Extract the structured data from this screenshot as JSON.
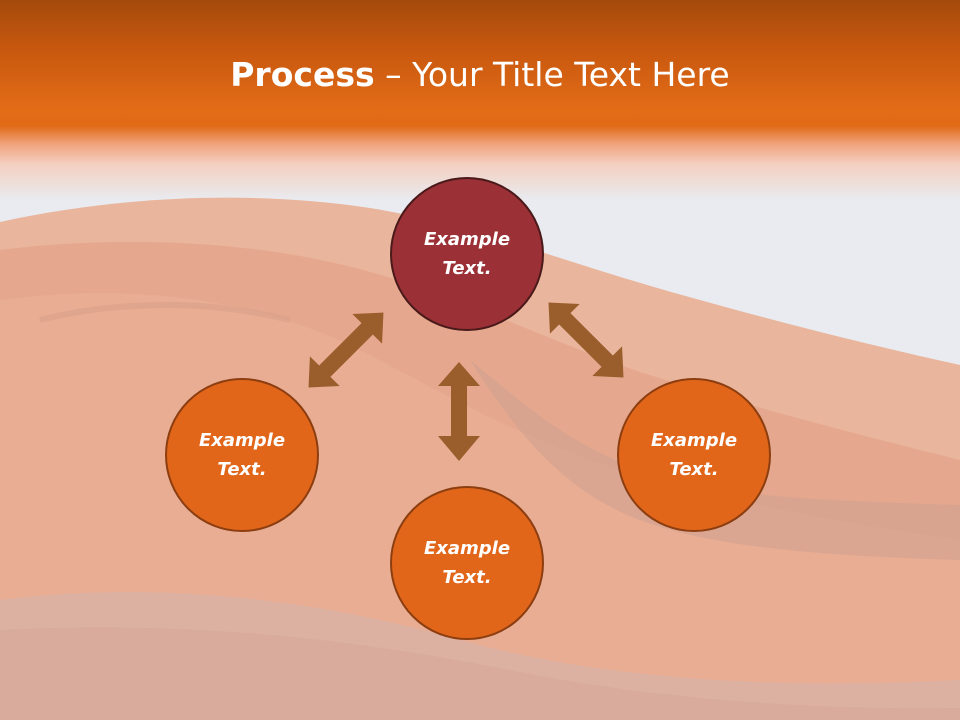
{
  "slide": {
    "title_bold": "Process",
    "title_rest": " – Your Title Text Here"
  },
  "nodes": [
    {
      "id": "top",
      "line1": "Example",
      "line2": "Text."
    },
    {
      "id": "left",
      "line1": "Example",
      "line2": "Text."
    },
    {
      "id": "right",
      "line1": "Example",
      "line2": "Text."
    },
    {
      "id": "bottom",
      "line1": "Example",
      "line2": "Text."
    }
  ],
  "colors": {
    "header": "#e36c17",
    "top_node": "#9b3036",
    "node": "#e2661a",
    "arrow": "#9a5e2c"
  }
}
